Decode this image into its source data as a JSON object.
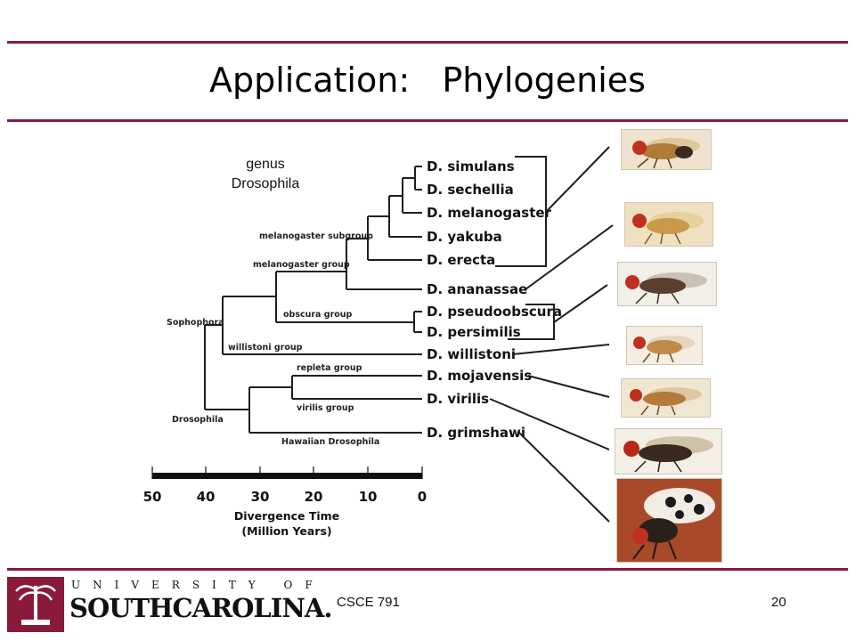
{
  "slide": {
    "title": "Application:   Phylogenies",
    "genus_lines": [
      "genus",
      "Drosophila"
    ],
    "course": "CSCE 791",
    "page_number": "20"
  },
  "tree": {
    "species": [
      "D. simulans",
      "D. sechellia",
      "D. melanogaster",
      "D. yakuba",
      "D. erecta",
      "D. ananassae",
      "D. pseudoobscura",
      "D. persimilis",
      "D. willistoni",
      "D. mojavensis",
      "D. virilis",
      "D. grimshawi"
    ],
    "groups": [
      "melanogaster subgroup",
      "melanogaster group",
      "obscura group",
      "Sophophora",
      "willistoni group",
      "repleta group",
      "virilis group",
      "Drosophila",
      "Hawaiian Drosophila"
    ]
  },
  "axis": {
    "ticks": [
      "50",
      "40",
      "30",
      "20",
      "10",
      "0"
    ],
    "label_line1": "Divergence Time",
    "label_line2": "(Million Years)"
  },
  "logo": {
    "university_line": "UNIVERSITY OF",
    "name": "SOUTHCAROLINA."
  },
  "colors": {
    "accent": "#8a1a3a"
  },
  "photos": [
    "fly-photo-1",
    "fly-photo-2",
    "fly-photo-3",
    "fly-photo-4",
    "fly-photo-5",
    "fly-photo-6",
    "fly-photo-7"
  ]
}
